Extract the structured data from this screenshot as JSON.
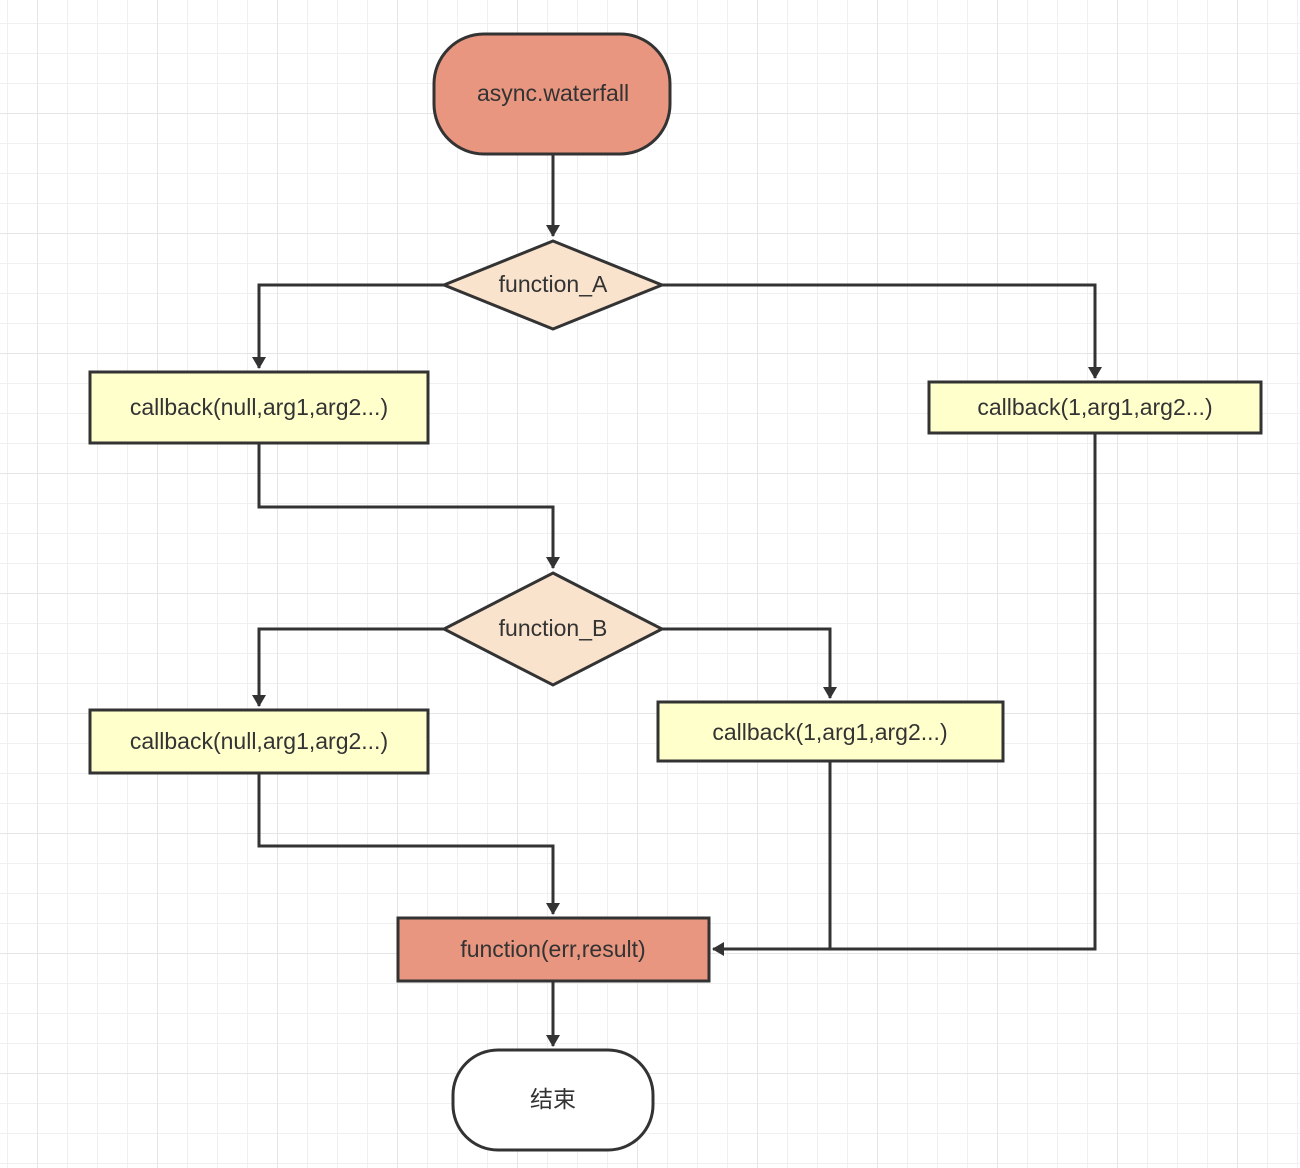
{
  "diagram": {
    "title": "async.waterfall flow",
    "colors": {
      "terminal_start": "#e8967f",
      "decision": "#fae3cd",
      "process": "#ffffcc",
      "final_callback": "#e8967f",
      "terminal_end": "#ffffff",
      "stroke": "#333333"
    },
    "nodes": {
      "start": {
        "label": "async.waterfall",
        "type": "terminal"
      },
      "function_a": {
        "label": "function_A",
        "type": "decision"
      },
      "callback_a_ok": {
        "label": "callback(null,arg1,arg2...)",
        "type": "process"
      },
      "callback_a_err": {
        "label": "callback(1,arg1,arg2...)",
        "type": "process"
      },
      "function_b": {
        "label": "function_B",
        "type": "decision"
      },
      "callback_b_ok": {
        "label": "callback(null,arg1,arg2...)",
        "type": "process"
      },
      "callback_b_err": {
        "label": "callback(1,arg1,arg2...)",
        "type": "process"
      },
      "final": {
        "label": "function(err,result)",
        "type": "process"
      },
      "end": {
        "label": "结束",
        "type": "terminal"
      }
    },
    "edges": [
      {
        "from": "start",
        "to": "function_a"
      },
      {
        "from": "function_a",
        "to": "callback_a_ok"
      },
      {
        "from": "function_a",
        "to": "callback_a_err"
      },
      {
        "from": "callback_a_ok",
        "to": "function_b"
      },
      {
        "from": "function_b",
        "to": "callback_b_ok"
      },
      {
        "from": "function_b",
        "to": "callback_b_err"
      },
      {
        "from": "callback_b_ok",
        "to": "final"
      },
      {
        "from": "callback_b_err",
        "to": "final"
      },
      {
        "from": "callback_a_err",
        "to": "final"
      },
      {
        "from": "final",
        "to": "end"
      }
    ]
  }
}
